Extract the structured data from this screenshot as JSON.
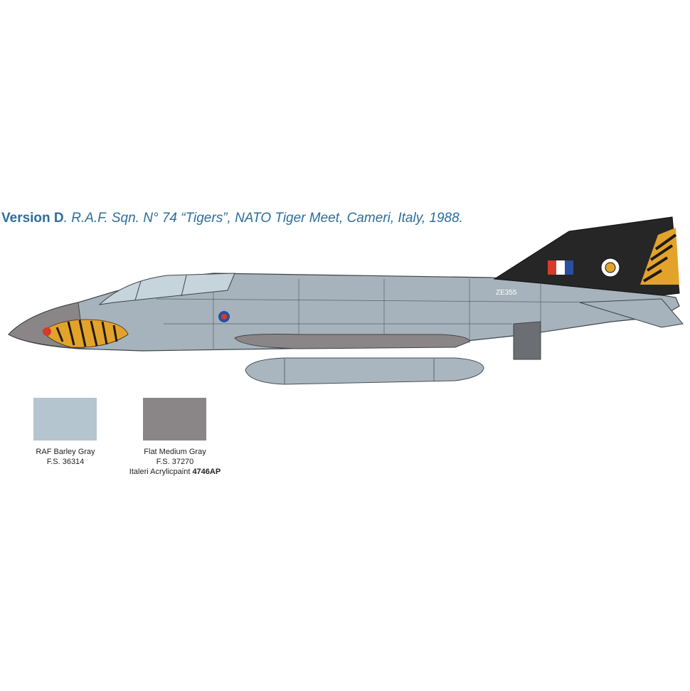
{
  "title": {
    "version": "Version D",
    "description": ". R.A.F. Sqn. N° 74 “Tigers”, NATO Tiger Meet, Cameri, Italy, 1988."
  },
  "aircraft": {
    "serial": "ZE355",
    "colors": {
      "fuselage": "#a6b3bc",
      "tail": "#262626",
      "tiger_stripe": "#e3a32b",
      "underside": "#8a8688"
    }
  },
  "swatches": [
    {
      "color": "#b5c5d0",
      "name": "RAF Barley Gray",
      "fs": "F.S. 36314",
      "paint": "",
      "code": ""
    },
    {
      "color": "#8a8688",
      "name": "Flat Medium Gray",
      "fs": "F.S. 37270",
      "paint": "Italeri Acrylicpaint",
      "code": "4746AP"
    }
  ]
}
